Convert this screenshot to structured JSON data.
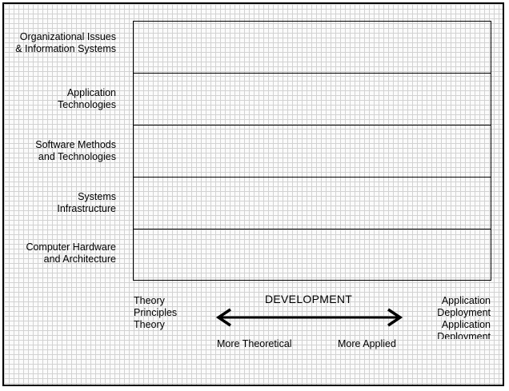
{
  "row_labels": [
    [
      "Organizational Issues",
      "& Information Systems"
    ],
    [
      "Application",
      "Technologies"
    ],
    [
      "Software Methods",
      "and Technologies"
    ],
    [
      "Systems",
      "Infrastructure"
    ],
    [
      "Computer Hardware",
      "and Architecture"
    ]
  ],
  "axis": {
    "left_terms": [
      "Theory",
      "Principles",
      "Theory"
    ],
    "right_terms": [
      "Application",
      "Deployment",
      "Application",
      "Deployment"
    ],
    "title": "DEVELOPMENT",
    "left_pole": "More Theoretical",
    "right_pole": "More Applied"
  },
  "colors": {
    "lines": "#000000",
    "grid": "#d2d2d2",
    "background": "#fbfbfb"
  }
}
